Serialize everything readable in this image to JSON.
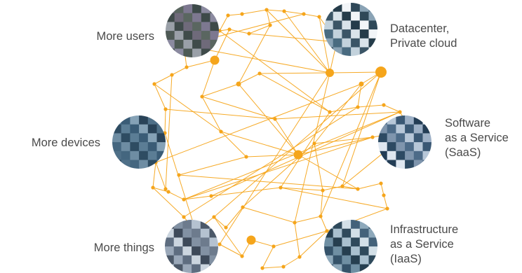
{
  "colors": {
    "network": "#f5a51b",
    "label_text": "#4a4a4a"
  },
  "nodes": [
    {
      "id": "users",
      "lines": [
        "More users"
      ],
      "icon": "user-photo"
    },
    {
      "id": "datacenter",
      "lines": [
        "Datacenter,",
        "Private cloud"
      ],
      "icon": "datacenter-photo"
    },
    {
      "id": "saas",
      "lines": [
        "Software",
        "as a Service",
        "(SaaS)"
      ],
      "icon": "software-photo"
    },
    {
      "id": "iaas",
      "lines": [
        "Infrastructure",
        "as a Service",
        "(IaaS)"
      ],
      "icon": "infrastructure-photo"
    },
    {
      "id": "things",
      "lines": [
        "More things"
      ],
      "icon": "things-photo"
    },
    {
      "id": "devices",
      "lines": [
        "More devices"
      ],
      "icon": "devices-photo"
    }
  ]
}
